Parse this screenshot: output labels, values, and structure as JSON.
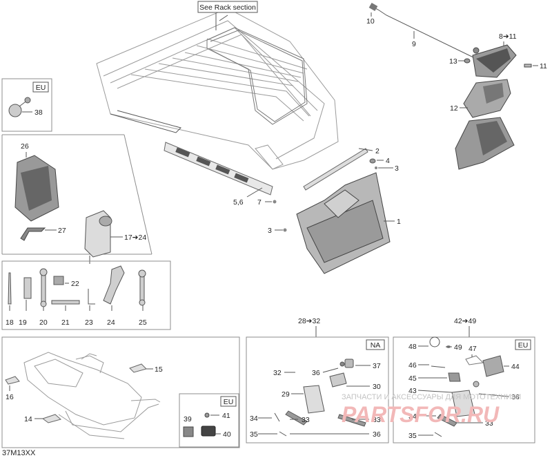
{
  "diagram_code": "37M13XX",
  "rack_note": "See Rack section",
  "region_labels": {
    "eu_a": "EU",
    "na": "NA",
    "eu_b": "EU",
    "eu_c": "EU"
  },
  "watermark": {
    "line1": "ЗАПЧАСТИ И АКСЕССУАРЫ ДЛЯ МОТОТЕХНИКИ",
    "line2": "PARTSFOR.RU"
  },
  "callouts": {
    "c1": "1",
    "c2": "2",
    "c3a": "3",
    "c3b": "3",
    "c4": "4",
    "c56": "5,6",
    "c7": "7",
    "c8_11": "8➔11",
    "c9": "9",
    "c10": "10",
    "c11": "11",
    "c12": "12",
    "c13": "13",
    "c14": "14",
    "c15": "15",
    "c16": "16",
    "c17_24": "17➔24",
    "c18": "18",
    "c19": "19",
    "c20": "20",
    "c21": "21",
    "c22": "22",
    "c23": "23",
    "c24": "24",
    "c25": "25",
    "c26": "26",
    "c27": "27",
    "c28_32": "28➔32",
    "c29": "29",
    "c30": "30",
    "c32": "32",
    "c33a": "33",
    "c33b": "33",
    "c34a": "34",
    "c34b": "34",
    "c35a": "35",
    "c35b": "35",
    "c36a": "36",
    "c36b": "36",
    "c37": "37",
    "c38": "38",
    "c39": "39",
    "c40": "40",
    "c41": "41",
    "c42_49": "42➔49",
    "c43": "43",
    "c44": "44",
    "c45": "45",
    "c46": "46",
    "c47": "47",
    "c48": "48",
    "c49": "49"
  }
}
